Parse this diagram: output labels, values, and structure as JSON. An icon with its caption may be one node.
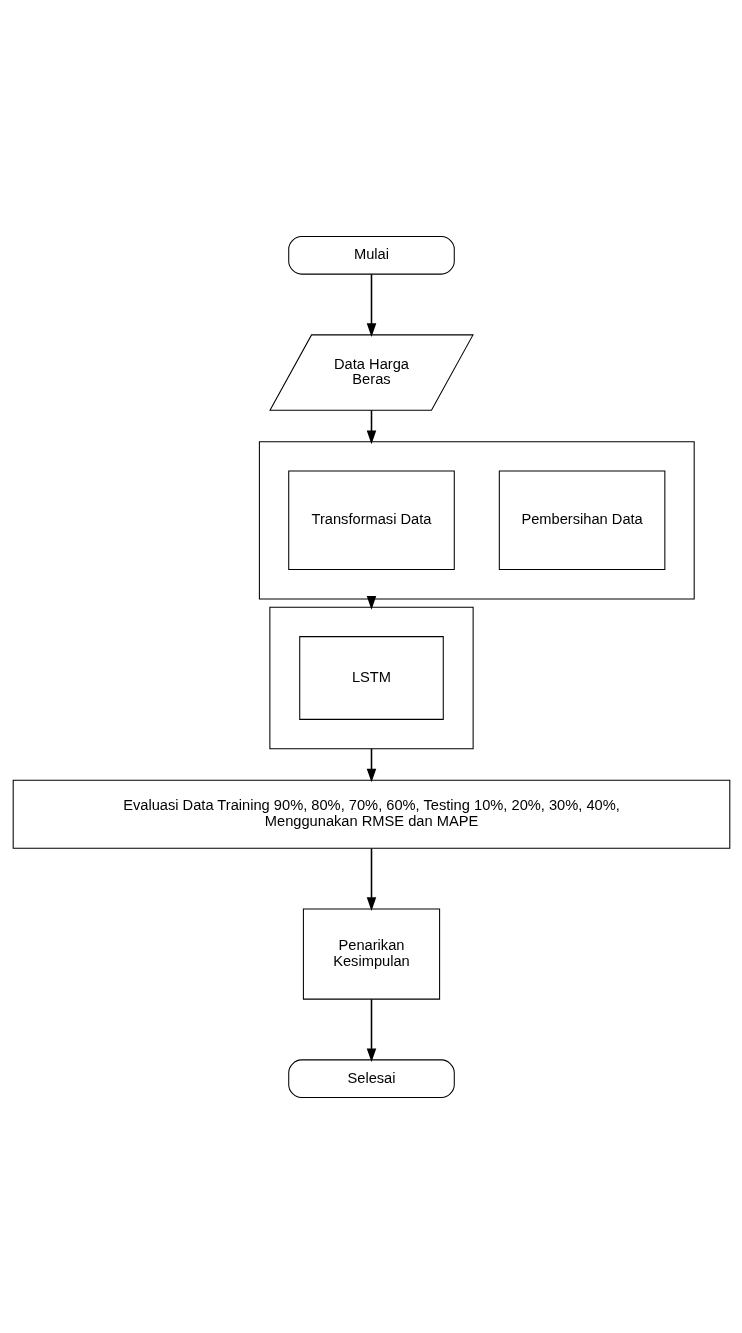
{
  "diagram": {
    "nodes": [
      {
        "text": [
          "Mulai"
        ]
      },
      {
        "text": [
          "Data Harga Beras"
        ]
      },
      {
        "text": [],
        "shape": "box"
      },
      {
        "text": [
          "Transformasi Data"
        ],
        "in": 2
      },
      {
        "text": [
          "Pembersihan Data"
        ],
        "in": 2
      },
      {
        "text": [],
        "shape": "box"
      },
      {
        "text": [
          "LSTM"
        ],
        "in": 5
      },
      {
        "text": [
          "Evaluasi Data Training 90%, 80%, 70%, 60%, Testing 10%, 20%, 30%, 40%, Menggunakan RMSE dan MAPE"
        ]
      },
      {
        "text": [
          "Penarikan Kesimpulan"
        ]
      },
      {
        "text": [
          "Selesai"
        ]
      }
    ],
    "edges": [
      {
        "from": 0,
        "to": 1,
        "arrow": "to"
      },
      {
        "from": 1,
        "to": 2,
        "arrow": "to"
      },
      {
        "from": 2,
        "to": 5,
        "arrow": "to"
      },
      {
        "from": 5,
        "to": 7,
        "arrow": "to"
      },
      {
        "from": 7,
        "to": 8,
        "arrow": "to"
      },
      {
        "from": 8,
        "to": 9,
        "arrow": "to"
      }
    ]
  }
}
